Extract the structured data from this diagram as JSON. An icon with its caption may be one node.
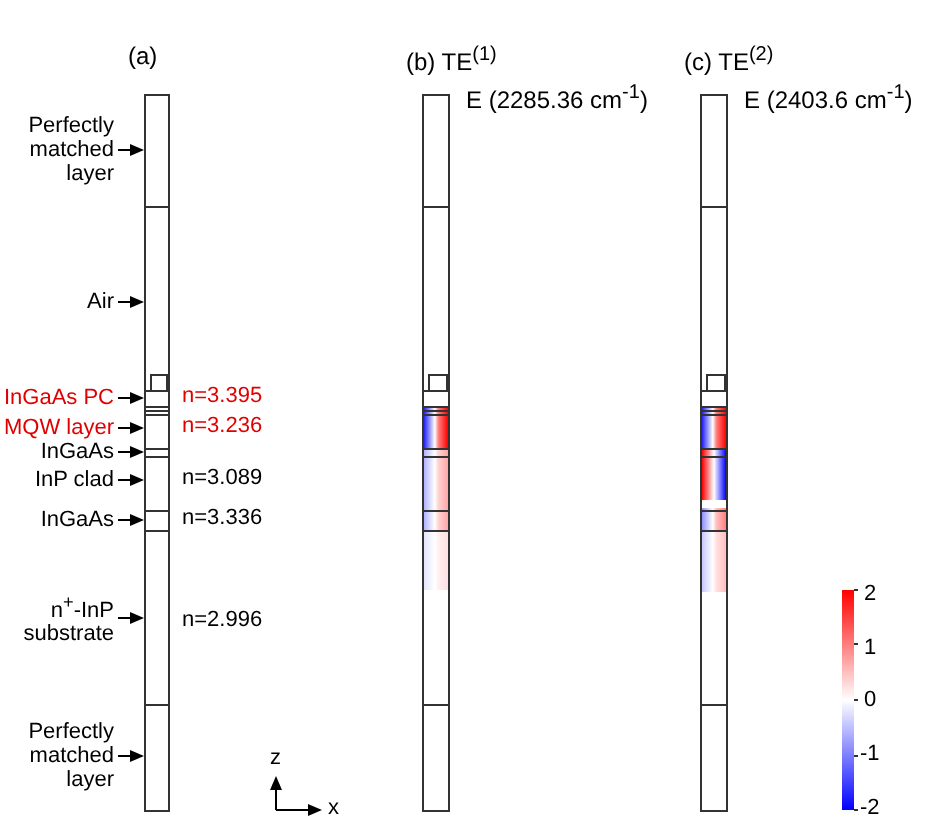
{
  "diagram": {
    "nodes": [
      {
        "text": [
          "(a)"
        ]
      },
      {
        "text": [
          "Perfectly matched layer"
        ]
      },
      {
        "text": [
          "Air"
        ]
      },
      {
        "text": [
          "InGaAs PC"
        ]
      },
      {
        "text": [
          "MQW layer"
        ]
      },
      {
        "text": [
          "InGaAs"
        ]
      },
      {
        "text": [
          "InP clad"
        ]
      },
      {
        "text": [
          "InGaAs"
        ]
      },
      {
        "text": [
          "n$^{+}$-InP substrate"
        ]
      },
      {
        "text": [
          "Perfectly matched layer"
        ]
      },
      {
        "text": [
          "(b) TE$^{(1)}$",
          "E (2285.36 cm$^{-1}$)"
        ]
      },
      {
        "text": [
          "(c) TE$^{(2)}$",
          "E (2403.6 cm$^{-1}$)"
        ]
      }
    ],
    "edges": [
      {
        "from": 1,
        "to": 0,
        "arrow": "to"
      },
      {
        "from": 2,
        "to": 0,
        "arrow": "to"
      },
      {
        "from": 3,
        "to": 0,
        "arrow": "to"
      },
      {
        "from": 4,
        "to": 0,
        "arrow": "to"
      },
      {
        "from": 5,
        "to": 0,
        "arrow": "to"
      },
      {
        "from": 6,
        "to": 0,
        "arrow": "to"
      },
      {
        "from": 7,
        "to": 0,
        "arrow": "to"
      },
      {
        "from": 8,
        "to": 0,
        "arrow": "to"
      },
      {
        "from": 9,
        "to": 0,
        "arrow": "to"
      }
    ],
    "labels": [
      "n=3.395",
      "n=3.236",
      "n=3.089",
      "n=3.336",
      "n=2.996",
      "z",
      "x",
      "2",
      "1",
      "0",
      "-1",
      "-2"
    ]
  }
}
